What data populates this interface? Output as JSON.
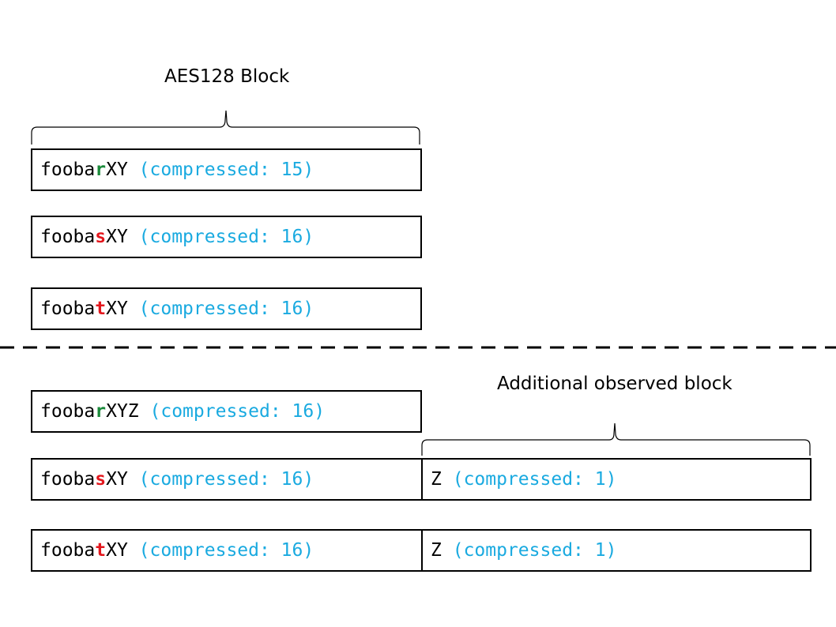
{
  "top_label": "AES128 Block",
  "side_label": "Additional observed block",
  "rows_top": [
    {
      "prefix": "fooba",
      "char": "r",
      "char_color": "green",
      "suffix": "XY",
      "note": "(compressed: 15)"
    },
    {
      "prefix": "fooba",
      "char": "s",
      "char_color": "red",
      "suffix": "XY",
      "note": "(compressed: 16)"
    },
    {
      "prefix": "fooba",
      "char": "t",
      "char_color": "red",
      "suffix": "XY",
      "note": "(compressed: 16)"
    }
  ],
  "rows_bottom": [
    {
      "prefix": "fooba",
      "char": "r",
      "char_color": "green",
      "suffix": "XYZ",
      "note": "(compressed: 16)"
    },
    {
      "prefix": "fooba",
      "char": "s",
      "char_color": "red",
      "suffix": "XY",
      "note": "(compressed: 16)"
    },
    {
      "prefix": "fooba",
      "char": "t",
      "char_color": "red",
      "suffix": "XY",
      "note": "(compressed: 16)"
    }
  ],
  "extra_blocks": [
    {
      "text": "Z",
      "note": "(compressed: 1)"
    },
    {
      "text": "Z",
      "note": "(compressed: 1)"
    }
  ],
  "colors": {
    "green": "#1a8a3a",
    "red": "#e3161c",
    "note": "#1aaae0"
  }
}
